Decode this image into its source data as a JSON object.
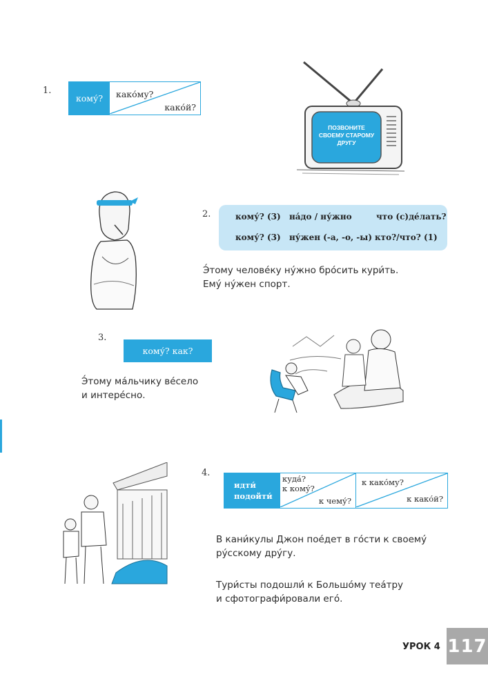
{
  "section1": {
    "number": "1.",
    "table": {
      "question": "кому́?",
      "top": "како́му?",
      "bottom": "како́й?"
    }
  },
  "tv": {
    "screen_text": [
      "ПОЗВОНИТЕ",
      "СВОЕМУ СТАРОМУ",
      "ДРУГУ"
    ]
  },
  "section2": {
    "number": "2.",
    "table": {
      "row1": [
        "кому́? (3)",
        "на́до / ну́жно",
        "что (с)де́лать?"
      ],
      "row2": [
        "кому́? (3)",
        "ну́жен (-а, -о, -ы)",
        "кто?/что? (1)"
      ]
    },
    "text": [
      "Э́тому челове́ку ну́жно бро́сить кури́ть.",
      "Ему́ ну́жен спорт."
    ]
  },
  "section3": {
    "number": "3.",
    "table": {
      "label": "кому́? как?"
    },
    "text": [
      "Э́тому ма́льчику ве́село",
      "и интере́сно."
    ]
  },
  "section4": {
    "number": "4.",
    "table": {
      "verbs": [
        "идти́",
        "подойти́"
      ],
      "mid_top": [
        "куда́?",
        "к кому́?"
      ],
      "mid_bottom": "к чему́?",
      "right_top": "к како́му?",
      "right_bottom": "к како́й?"
    },
    "text1": [
      "В кани́кулы Джон пое́дет в го́сти к своему́",
      "ру́сскому дру́гу."
    ],
    "text2": [
      "Тури́сты подошли́ к Большо́му теа́тру",
      "и сфотографи́ровали его́."
    ]
  },
  "footer": {
    "lesson": "УРОК 4",
    "page": "117"
  },
  "colors": {
    "accent": "#2aa7dd",
    "light_accent": "#c7e6f6",
    "page_box": "#a9a9a9"
  }
}
